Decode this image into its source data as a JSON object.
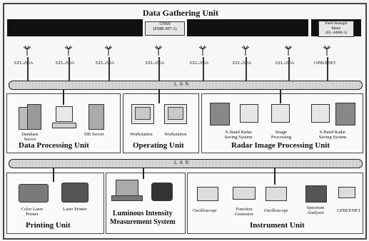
{
  "title": "Data Gathering Unit",
  "gnss_box": {
    "line1": "GNSS",
    "line2": "(EMR-907-1)"
  },
  "fm_box": {
    "line1": "Field Strength",
    "line2": "Meter",
    "line3": "(EL-AMR-3)"
  },
  "sensors": [
    "EZL-290A",
    "EZL-290A",
    "EZL-290A",
    "EZL-290A",
    "EZL-290A",
    "EZL-290A",
    "EZL-290A",
    "GPIB/ENET"
  ],
  "lan_label": "LAN",
  "data_processing": {
    "title": "Data Processing Unit",
    "items": [
      "Database Server",
      "DB Server"
    ]
  },
  "operating": {
    "title": "Operating Unit",
    "items": [
      "Workstation",
      "Workstation"
    ]
  },
  "radar": {
    "title": "Radar Image Processing Unit",
    "items": [
      "X-Band Radar Saving System",
      "Image Processing",
      "S-Band Radar Saving System"
    ]
  },
  "printing": {
    "title": "Printing Unit",
    "items": [
      "Color Laser Printer",
      "Laser Printer"
    ]
  },
  "luminous": {
    "title_line1": "Luminous Intensity",
    "title_line2": "Measurement System"
  },
  "instrument": {
    "title": "Instrument Unit",
    "items": [
      "Oscilloscope",
      "Function Generator",
      "Oscilloscope",
      "Spectrum Analyzer",
      "GPIB/ENET"
    ]
  }
}
